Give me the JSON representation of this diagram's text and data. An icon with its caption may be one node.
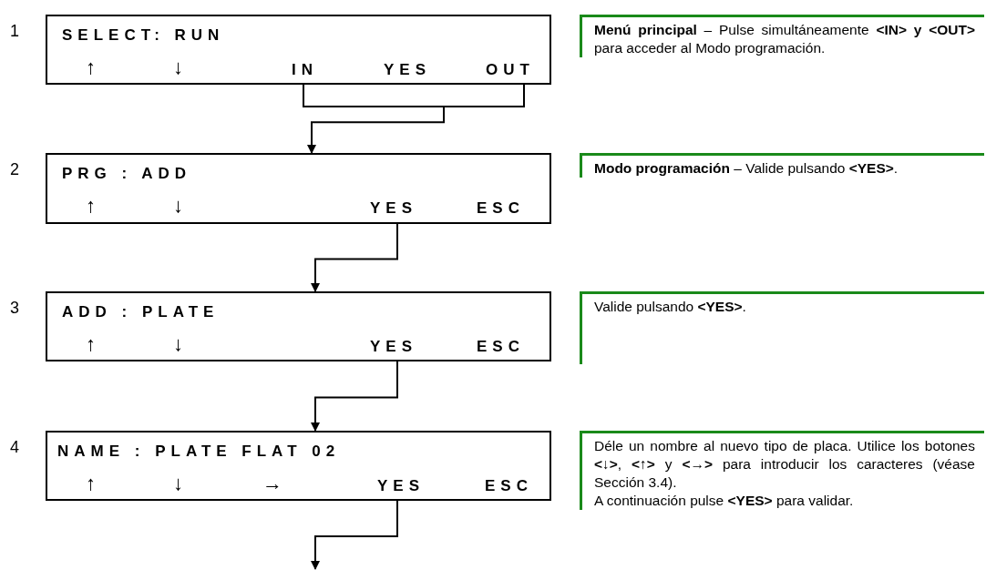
{
  "diagram": {
    "nodes": [
      {
        "text": [
          "SELECT: RUN",
          "↑",
          "↓",
          "IN",
          "YES",
          "OUT"
        ],
        "beside": [
          "1"
        ]
      },
      {
        "text": [
          "PRG : ADD",
          "↑",
          "↓",
          "YES",
          "ESC"
        ],
        "beside": [
          "2"
        ]
      },
      {
        "text": [
          "ADD : PLATE",
          "↑",
          "↓",
          "YES",
          "ESC"
        ],
        "beside": [
          "3"
        ]
      },
      {
        "text": [
          "NAME : PLATE FLAT 02",
          "↑",
          "↓",
          "→",
          "YES",
          "ESC"
        ],
        "beside": [
          "4"
        ]
      },
      {
        "text": [
          "**Menú principal** – Pulse simultáneamente **<IN> y <OUT>**  para acceder al Modo programación."
        ]
      },
      {
        "text": [
          "**Modo programación** – Valide pulsando **<YES>**."
        ]
      },
      {
        "text": [
          "Valide pulsando **<YES>**."
        ]
      },
      {
        "text": [
          "Déle un nombre al nuevo tipo de placa. Utilice los botones **<↓>**, **<↑>** y **<→>** para introducir los caracteres (véase Sección 3.4).",
          "A continuación pulse **<YES>** para validar."
        ]
      }
    ],
    "edges": [
      {
        "from": 0,
        "to": 1,
        "arrow": "to"
      },
      {
        "from": 1,
        "to": 2,
        "arrow": "to"
      },
      {
        "from": 2,
        "to": 3,
        "arrow": "to"
      },
      {
        "from": 3,
        "to": null,
        "arrow": "to"
      }
    ]
  }
}
